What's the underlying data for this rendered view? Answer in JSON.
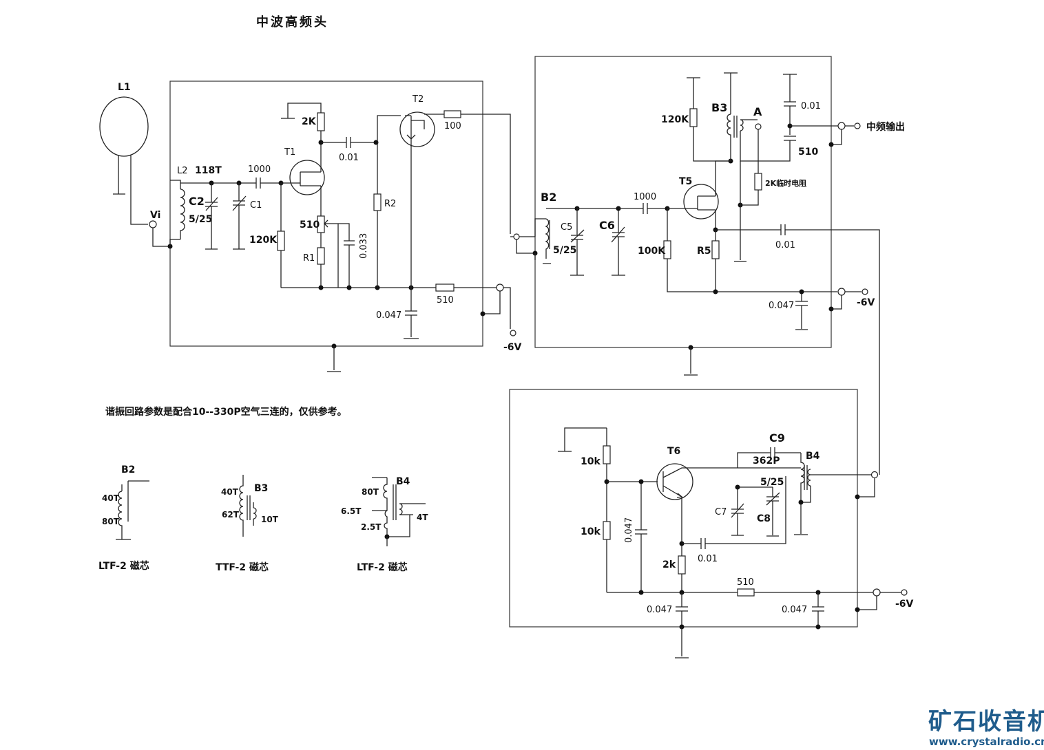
{
  "title": "中波高频头",
  "note": "谐振回路参数是配合10--330P空气三连的，仅供参考。",
  "stage1": {
    "L1": "L1",
    "L2": "L2",
    "turns_118": "118T",
    "C2": "C2",
    "C2_val": "5/25",
    "C1": "C1",
    "cap_1000": "1000",
    "Vi": "Vi",
    "T1": "T1",
    "T2": "T2",
    "r_2k": "2K",
    "c_001": "0.01",
    "r_100": "100",
    "R2": "R2",
    "r_120k": "120K",
    "r_510": "510",
    "R1": "R1",
    "c_0033": "0.033",
    "r_510b": "510",
    "c_0047": "0.047",
    "supply": "-6V"
  },
  "stage2": {
    "B2": "B2",
    "C5": "C5",
    "C5_val": "5/25",
    "C6": "C6",
    "cap_1000": "1000",
    "T5": "T5",
    "r_100k": "100K",
    "R5": "R5",
    "r_120k": "120K",
    "B3": "B3",
    "A": "A",
    "r_2k_temp": "2K临时电阻",
    "c_001": "0.01",
    "c_510": "510",
    "if_out": "中频输出",
    "c_001b": "0.01",
    "c_0047": "0.047",
    "supply": "-6V"
  },
  "stage3": {
    "T6": "T6",
    "r_10k_top": "10k",
    "r_10k_bot": "10k",
    "c_0047": "0.047",
    "C9": "C9",
    "c_362p": "362P",
    "B4": "B4",
    "C7_val": "5/25",
    "C7": "C7",
    "C8": "C8",
    "c_001": "0.01",
    "r_2k": "2k",
    "r_510": "510",
    "c_0047_a": "0.047",
    "c_0047_b": "0.047",
    "supply": "-6V"
  },
  "coils": {
    "B2": {
      "name": "B2",
      "t1": "40T",
      "t2": "80T",
      "core": "LTF-2 磁芯"
    },
    "B3": {
      "name": "B3",
      "t1": "40T",
      "t2": "62T",
      "t3": "10T",
      "core": "TTF-2  磁芯"
    },
    "B4": {
      "name": "B4",
      "t1": "80T",
      "t2": "6.5T",
      "t3": "2.5T",
      "t4": "4T",
      "core": "LTF-2 磁芯"
    }
  },
  "watermark": {
    "brand": "矿石收音机",
    "url": "www.crystalradio.cn"
  }
}
